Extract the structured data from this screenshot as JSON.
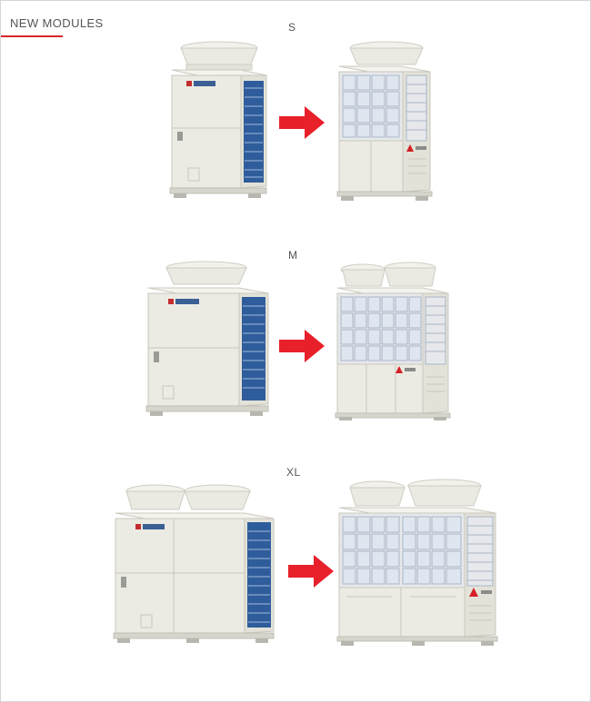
{
  "header": {
    "title": "NEW MODULES"
  },
  "colors": {
    "accent": "#d7262c",
    "arrow": "#e8202a",
    "unit_body": "#ecebe3",
    "coil": "#2f5d9b"
  },
  "modules": [
    {
      "size_label": "S",
      "old_icon": "outdoor-unit-old-single-fan",
      "new_icon": "outdoor-unit-new-single-fan"
    },
    {
      "size_label": "M",
      "old_icon": "outdoor-unit-old-single-fan",
      "new_icon": "outdoor-unit-new-double-fan"
    },
    {
      "size_label": "XL",
      "old_icon": "outdoor-unit-old-double-fan",
      "new_icon": "outdoor-unit-new-double-fan"
    }
  ]
}
